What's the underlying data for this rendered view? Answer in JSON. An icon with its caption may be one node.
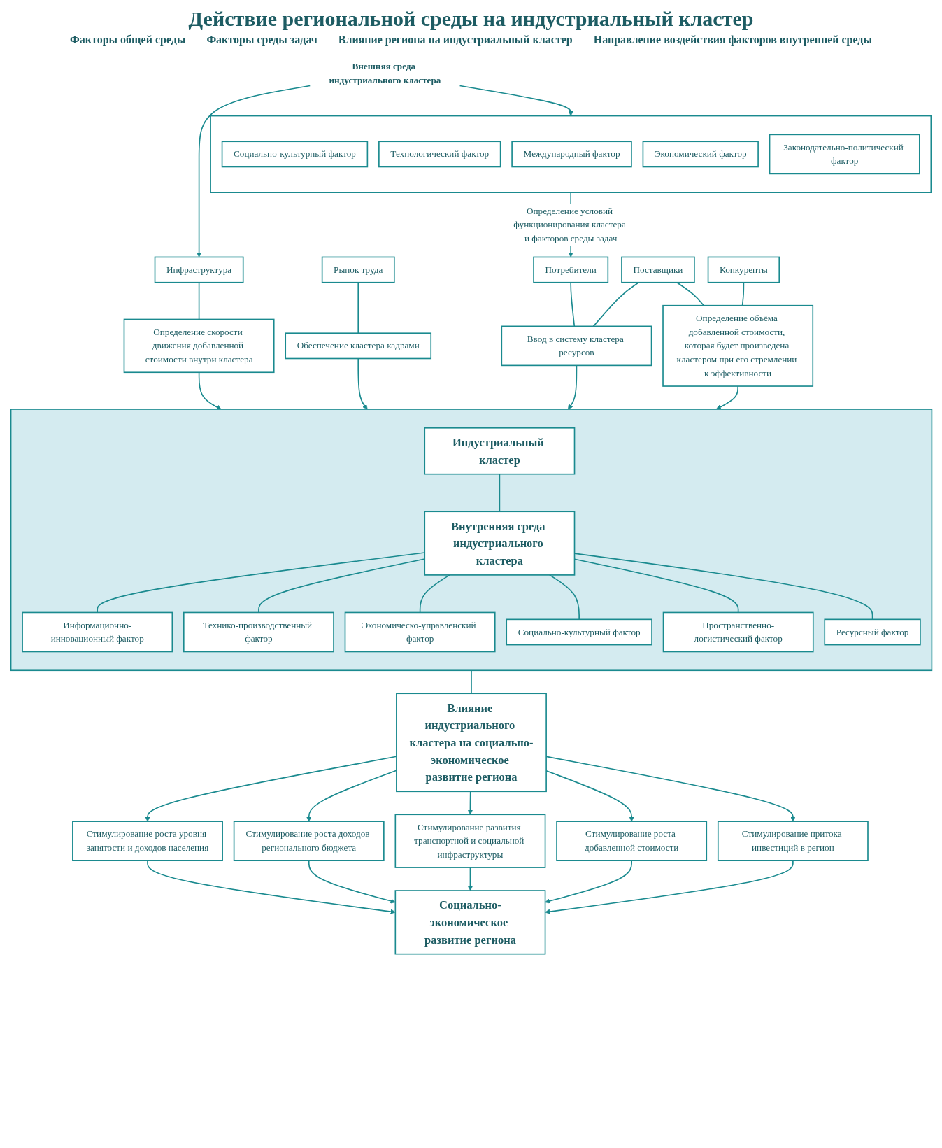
{
  "diagram": {
    "title": "Действие региональной среды на индустриальный кластер",
    "nodes": [
      {
        "text": [
          "Внешняя среда индустриального кластера"
        ]
      },
      {
        "text": [],
        "shape": "box"
      },
      {
        "text": [
          "Социально-культурный фактор"
        ],
        "in": 1
      },
      {
        "text": [
          "Технологический фактор"
        ],
        "in": 1
      },
      {
        "text": [
          "Международный фактор"
        ],
        "in": 1
      },
      {
        "text": [
          "Экономический фактор"
        ],
        "in": 1
      },
      {
        "text": [
          "Законодательно-политический фактор"
        ],
        "in": 1
      },
      {
        "text": [
          "Инфраструктура"
        ]
      },
      {
        "text": [
          "Рынок труда"
        ]
      },
      {
        "text": [
          "Потребители"
        ]
      },
      {
        "text": [
          "Поставщики"
        ]
      },
      {
        "text": [
          "Конкуренты"
        ]
      },
      {
        "text": [
          "Определение скорости движения добавленной стоимости внутри кластера"
        ]
      },
      {
        "text": [
          "Обеспечение кластера кадрами"
        ]
      },
      {
        "text": [
          "Ввод в систему кластера ресурсов"
        ]
      },
      {
        "text": [
          "Определение объёма добавленной стоимости, которая будет произведена кластером при его стремлении к эффективности"
        ]
      },
      {
        "text": [],
        "shape": "box"
      },
      {
        "text": [
          "Индустриальный кластер"
        ],
        "in": 16
      },
      {
        "text": [
          "Внутренняя среда индустриального кластера"
        ],
        "in": 16
      },
      {
        "text": [
          "Информационно-инновационный фактор"
        ],
        "in": 16
      },
      {
        "text": [
          "Технико-производственный фактор"
        ],
        "in": 16
      },
      {
        "text": [
          "Экономическо-управленский фактор"
        ],
        "in": 16
      },
      {
        "text": [
          "Социально-культурный фактор"
        ],
        "in": 16
      },
      {
        "text": [
          "Пространственно-логистический фактор"
        ],
        "in": 16
      },
      {
        "text": [
          "Ресурсный фактор"
        ],
        "in": 16
      },
      {
        "text": [
          "Влияние индустриального кластера на социально-экономическое развитие региона"
        ]
      },
      {
        "text": [
          "Стимулирование роста уровня занятости и доходов населения"
        ]
      },
      {
        "text": [
          "Стимулирование роста доходов регионального бюджета"
        ]
      },
      {
        "text": [
          "Стимулирование развития транспортной и социальной инфраструктуры"
        ]
      },
      {
        "text": [
          "Стимулирование роста добавленной стоимости"
        ]
      },
      {
        "text": [
          "Стимулирование притока инвестиций в регион"
        ]
      },
      {
        "text": [
          "Социально-экономическое развитие региона"
        ]
      }
    ],
    "edges": [
      {
        "from": 0,
        "to": 1,
        "arrow": "to"
      },
      {
        "from": 0,
        "to": 7,
        "arrow": "to"
      },
      {
        "from": 1,
        "to": 9,
        "arrow": "to",
        "label": "Определение условий функционирования кластера и факторов среды задач"
      },
      {
        "from": 7,
        "to": 12,
        "arrow": "none"
      },
      {
        "from": 8,
        "to": 13,
        "arrow": "none"
      },
      {
        "from": 9,
        "to": 14,
        "arrow": "none"
      },
      {
        "from": 10,
        "to": 14,
        "arrow": "none"
      },
      {
        "from": 10,
        "to": 15,
        "arrow": "none"
      },
      {
        "from": 11,
        "to": 15,
        "arrow": "none"
      },
      {
        "from": 12,
        "to": 16,
        "arrow": "to"
      },
      {
        "from": 13,
        "to": 16,
        "arrow": "to"
      },
      {
        "from": 14,
        "to": 16,
        "arrow": "to"
      },
      {
        "from": 15,
        "to": 16,
        "arrow": "to"
      },
      {
        "from": 17,
        "to": 18,
        "arrow": "none"
      },
      {
        "from": 18,
        "to": 19,
        "arrow": "none"
      },
      {
        "from": 18,
        "to": 20,
        "arrow": "none"
      },
      {
        "from": 18,
        "to": 21,
        "arrow": "none"
      },
      {
        "from": 18,
        "to": 22,
        "arrow": "none"
      },
      {
        "from": 18,
        "to": 23,
        "arrow": "none"
      },
      {
        "from": 18,
        "to": 24,
        "arrow": "none"
      },
      {
        "from": 16,
        "to": 25,
        "arrow": "none"
      },
      {
        "from": 25,
        "to": 26,
        "arrow": "to"
      },
      {
        "from": 25,
        "to": 27,
        "arrow": "to"
      },
      {
        "from": 25,
        "to": 28,
        "arrow": "to"
      },
      {
        "from": 25,
        "to": 29,
        "arrow": "to"
      },
      {
        "from": 25,
        "to": 30,
        "arrow": "to"
      },
      {
        "from": 26,
        "to": 31,
        "arrow": "to"
      },
      {
        "from": 27,
        "to": 31,
        "arrow": "to"
      },
      {
        "from": 28,
        "to": 31,
        "arrow": "to"
      },
      {
        "from": 29,
        "to": 31,
        "arrow": "to"
      },
      {
        "from": 30,
        "to": 31,
        "arrow": "to"
      }
    ],
    "labels": [
      "Факторы общей среды",
      "Факторы среды задач",
      "Влияние региона на индустриальный кластер",
      "Направление воздействия факторов внутренней среды"
    ]
  }
}
